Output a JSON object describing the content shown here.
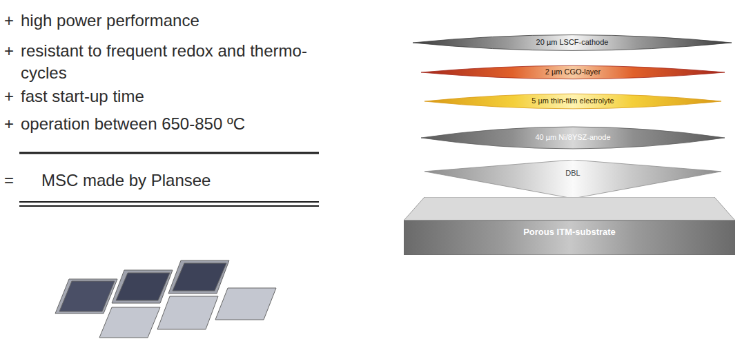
{
  "diagram": {
    "nodes": [
      {
        "text": [
          "20 µm LSCF-cathode"
        ]
      },
      {
        "text": [
          "2 µm CGO-layer"
        ]
      },
      {
        "text": [
          "5 µm thin-film electrolyte"
        ]
      },
      {
        "text": [
          "40 µm Ni/8YSZ-anode"
        ]
      },
      {
        "text": [
          "DBL"
        ]
      },
      {
        "text": [
          "Porous ITM-substrate"
        ]
      }
    ],
    "labels": [
      "+",
      "high power performance",
      "+",
      "resistant to frequent redox and thermo-cycles",
      "+",
      "fast start-up time",
      "+",
      "operation between 650-850 ºC",
      "=",
      "MSC made by Plansee"
    ]
  }
}
